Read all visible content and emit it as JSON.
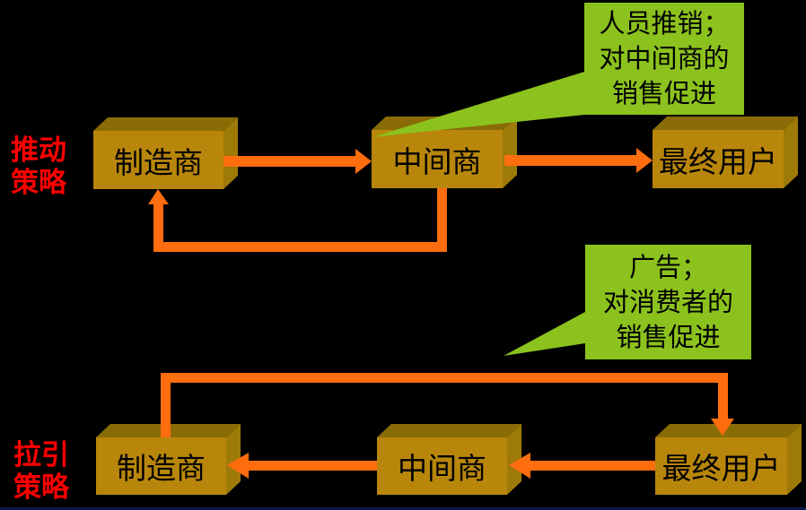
{
  "colors": {
    "background": "#000000",
    "box_front": "#B8860B",
    "box_top": "#8A6C06",
    "box_side": "#9E7B08",
    "arrow": "#FF6D0F",
    "callout_green": "#8CC21D",
    "label_red": "#FF0000",
    "box_text": "#000000",
    "bottom_line": "#0D164F"
  },
  "push_section": {
    "label_line1": "推动",
    "label_line2": "策略",
    "boxes": {
      "manufacturer": "制造商",
      "intermediary": "中间商",
      "end_user": "最终用户"
    },
    "callout": {
      "line1": "人员推销；",
      "line2": "对中间商的",
      "line3": "销售促进"
    }
  },
  "pull_section": {
    "label_line1": "拉引",
    "label_line2": "策略",
    "boxes": {
      "manufacturer": "制造商",
      "intermediary": "中间商",
      "end_user": "最终用户"
    },
    "callout": {
      "line1": "广告；",
      "line2": "对消费者的",
      "line3": "销售促进"
    }
  }
}
